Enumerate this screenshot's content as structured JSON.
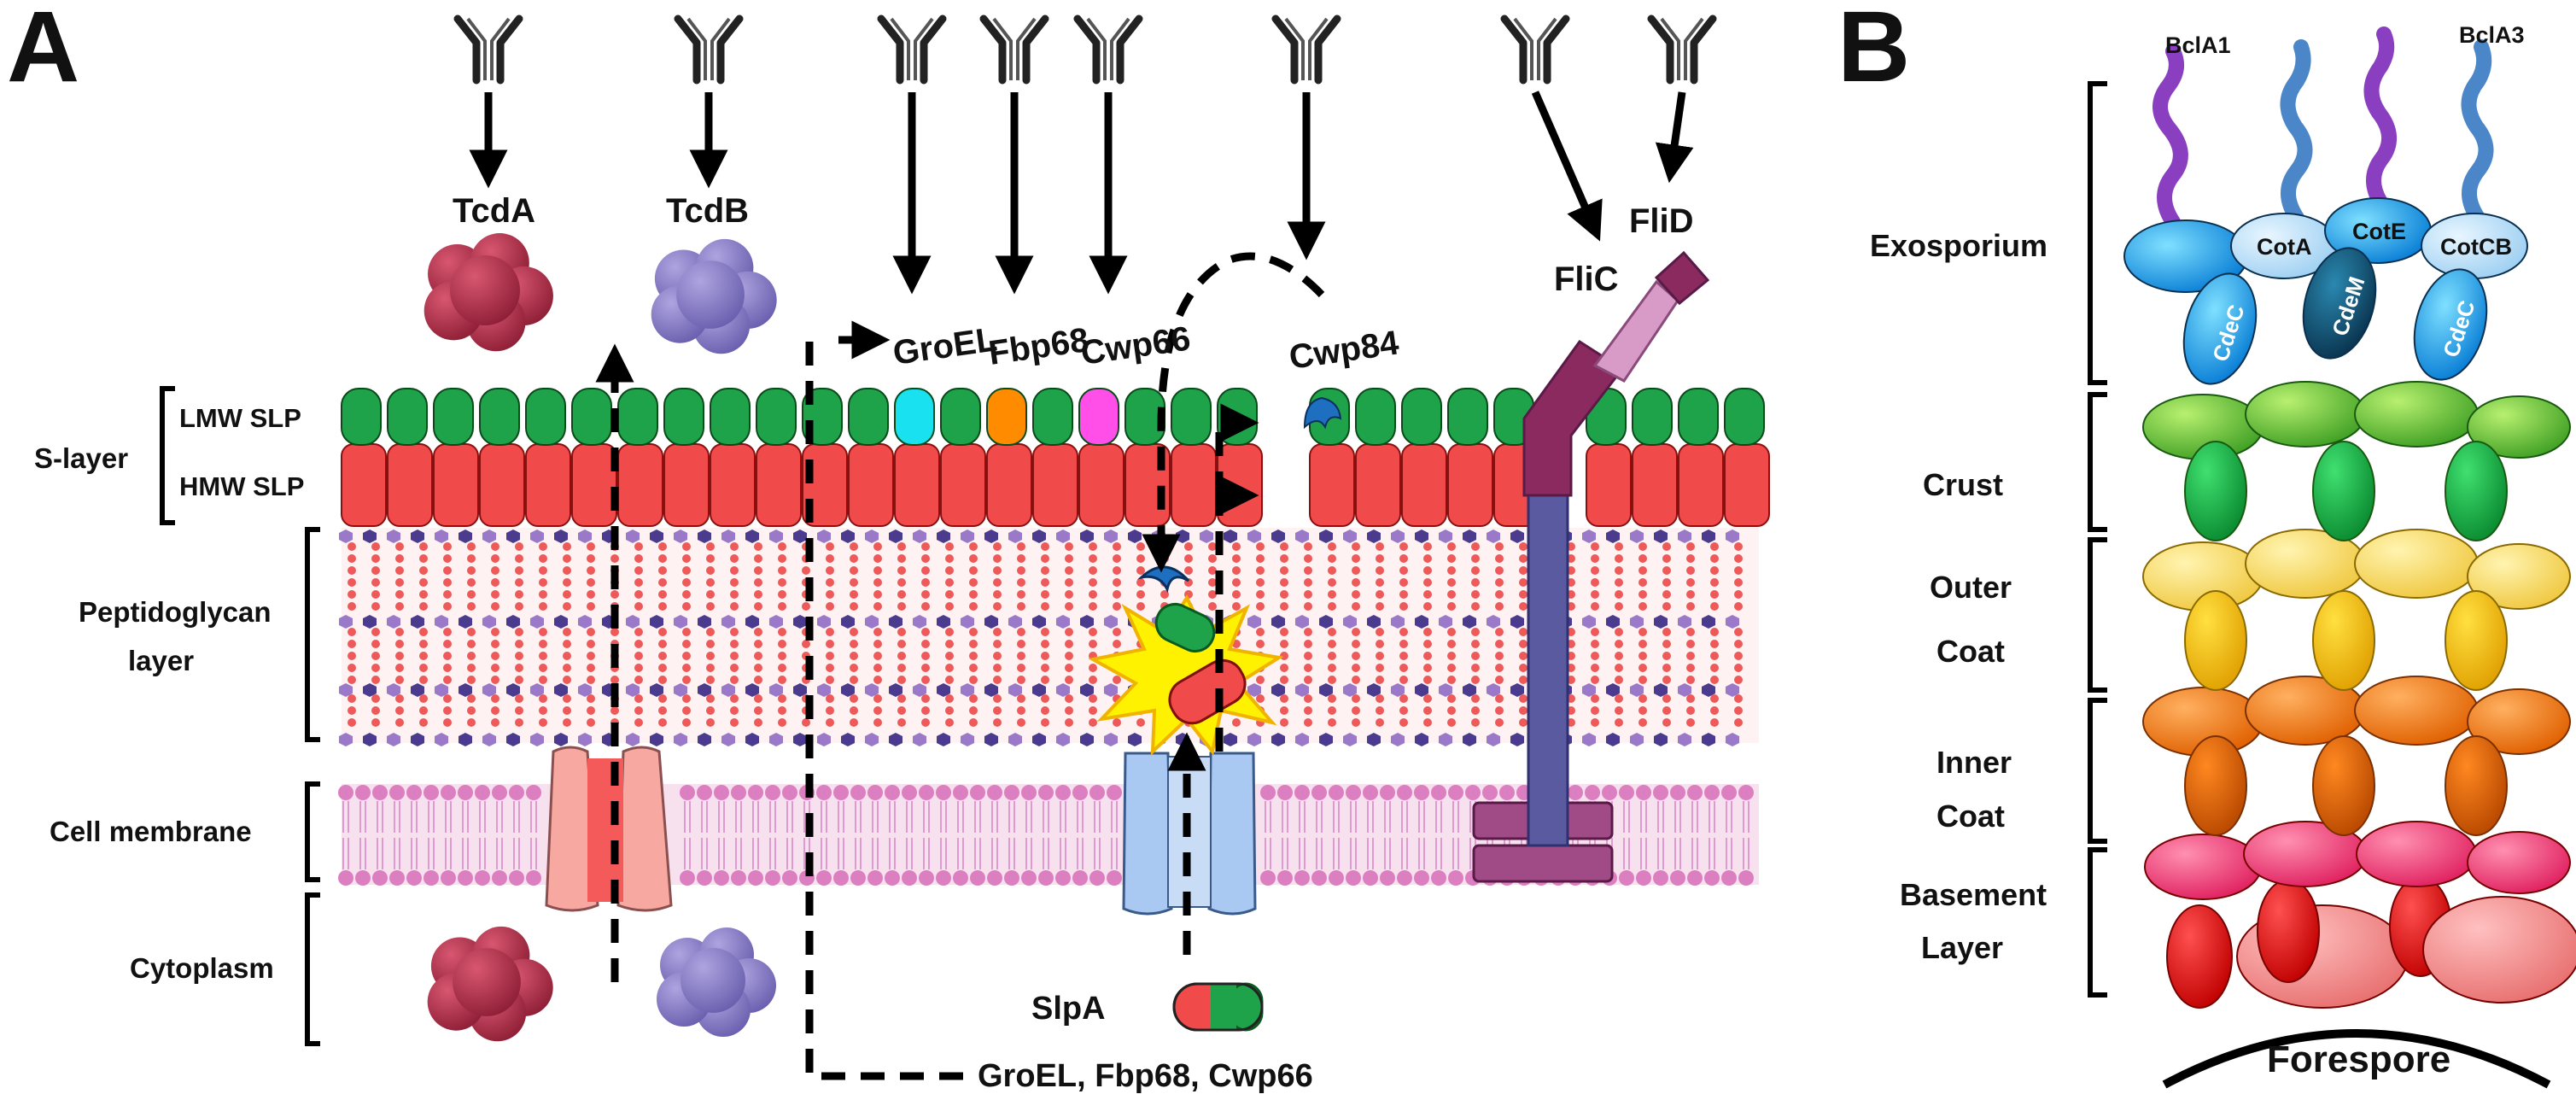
{
  "panel_a": {
    "panel_label": "A",
    "layer_labels": {
      "s_layer": "S-layer",
      "lmw": "LMW SLP",
      "hmw": "HMW SLP",
      "pg_line1": "Peptidoglycan",
      "pg_line2": "layer",
      "membrane": "Cell membrane",
      "cytoplasm": "Cytoplasm"
    },
    "toxins": {
      "a": "TcdA",
      "b": "TcdB"
    },
    "surface_proteins": {
      "groel": "GroEL",
      "fbp68": "Fbp68",
      "cwp66": "Cwp66",
      "cwp84": "Cwp84"
    },
    "flagellum": {
      "flic": "FliC",
      "flid": "FliD"
    },
    "slpa": "SlpA",
    "secretion_label": "GroEL, Fbp68, Cwp66"
  },
  "panel_b": {
    "panel_label": "B",
    "bcla1": "BclA1",
    "bcla3": "BclA3",
    "proteins": {
      "cota": "CotA",
      "cote": "CotE",
      "cotcb": "CotCB",
      "cdec": "CdeC",
      "cdem": "CdeM"
    },
    "layers": {
      "exosporium": "Exosporium",
      "crust": "Crust",
      "outer1": "Outer",
      "outer2": "Coat",
      "inner1": "Inner",
      "inner2": "Coat",
      "base1": "Basement",
      "base2": "Layer"
    },
    "forespore": "Forespore"
  },
  "colors": {
    "lmw": "#1fa34a",
    "hmw": "#f04a4a",
    "pg_glycan": "#4b3b8f",
    "pg_peptide": "#ee5a5a",
    "membrane": "#dc7fc0",
    "tcda": "#b8344d",
    "tcdb": "#8a7fc6",
    "flagellum": "#8a2a5e",
    "rod": "#5a5aa0",
    "groel": "#19e1f0",
    "fbp68": "#ff8c00",
    "cwp66": "#ff4fe8",
    "cwp84": "#1e6fc0",
    "transporter": "#9ec0f0",
    "pore": "#f7a8a0",
    "burst": "#fff200"
  }
}
